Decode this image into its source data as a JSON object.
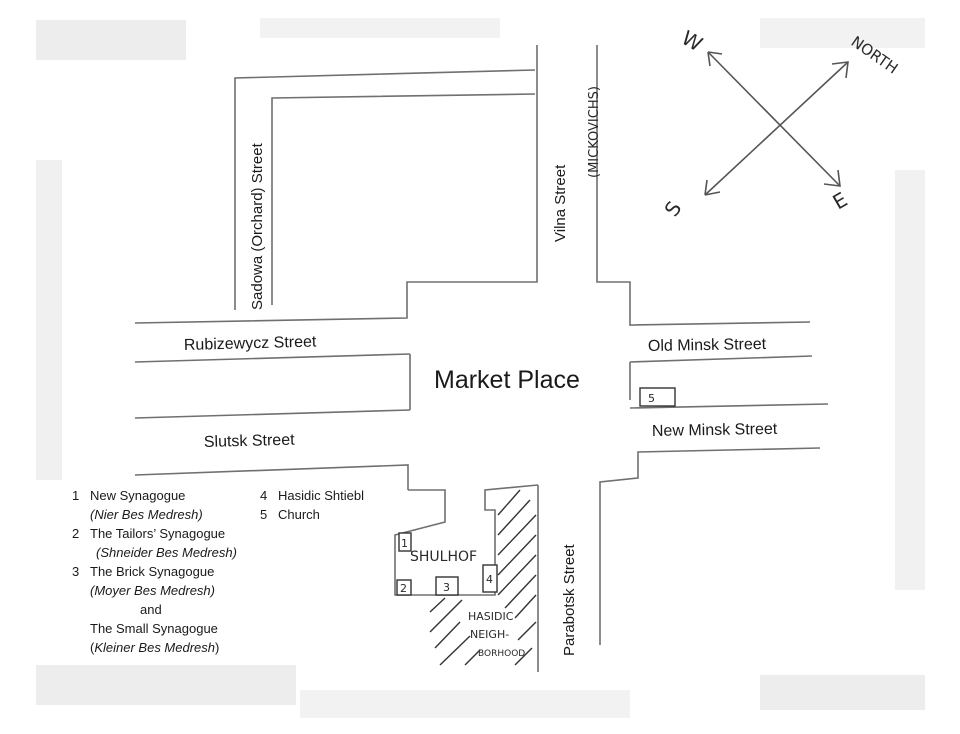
{
  "map": {
    "title": "Market Place",
    "streets": {
      "sadowa": "Sadowa (Orchard) Street",
      "vilna": "Vilna Street",
      "mickoviche": "(MICKOVICHS)",
      "rubizewycz": "Rubizewycz Street",
      "old_minsk": "Old Minsk Street",
      "slutsk": "Slutsk Street",
      "new_minsk": "New Minsk Street",
      "parabotsk": "Parabotsk Street"
    },
    "areas": {
      "shulhof": "SHULHOF",
      "hasidic_1": "HASIDIC",
      "hasidic_2": "NEIGH-",
      "hasidic_3": "BORHOOD"
    },
    "markers": [
      "1",
      "2",
      "3",
      "4",
      "5"
    ],
    "compass": {
      "north": "NORTH",
      "south": "S",
      "east": "E",
      "west": "W"
    }
  },
  "legend": {
    "items": [
      {
        "num": "1",
        "name": "New Synagogue",
        "alt": "(Nier Bes Medresh)"
      },
      {
        "num": "2",
        "name": "The Tailors’ Synagogue",
        "alt": "(Shneider Bes Medresh)"
      },
      {
        "num": "3",
        "name": "The Brick Synagogue",
        "alt": "(Moyer Bes Medresh)",
        "joiner": "and",
        "name2": "The Small Synagogue",
        "alt2_prefix": "(",
        "alt2_italic": "Kleiner Bes Medresh",
        "alt2_suffix": ")"
      },
      {
        "num": "4",
        "name": "Hasidic Shtiebl"
      },
      {
        "num": "5",
        "name": "Church"
      }
    ]
  }
}
